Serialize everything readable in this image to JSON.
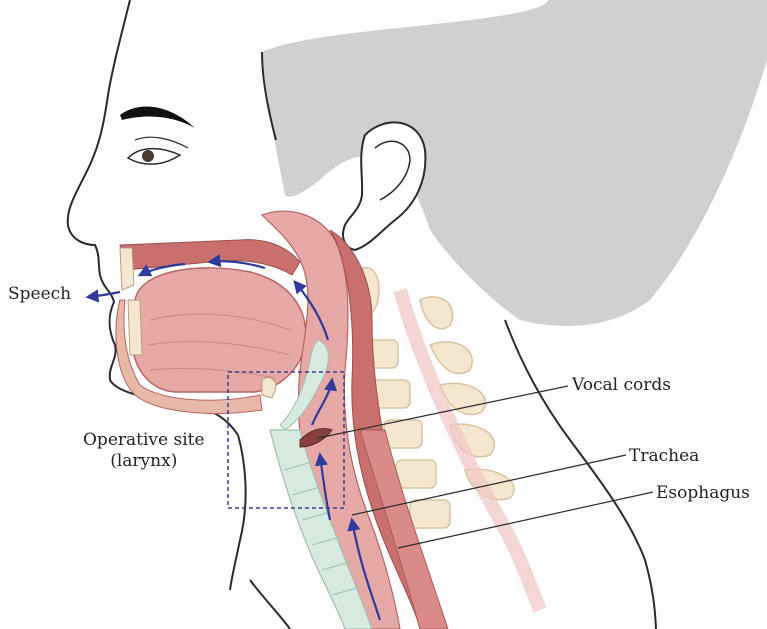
{
  "labels": {
    "speech": "Speech",
    "vocal_cords": "Vocal cords",
    "trachea": "Trachea",
    "esophagus": "Esophagus",
    "operative_site_line1": "Operative site",
    "operative_site_line2": "(larynx)"
  },
  "colors": {
    "outline": "#2b2b2b",
    "hair": "#c9c9c9",
    "tissue": "#e7a9a6",
    "tissue_dark": "#c9706f",
    "tissue_light": "#f3cfcb",
    "bone": "#f5e6cf",
    "bone_outline": "#d8c3a0",
    "cartilage": "#d6eadf",
    "airflow_arrow": "#2e3a9e",
    "operative_box": "#3a3f8f"
  }
}
